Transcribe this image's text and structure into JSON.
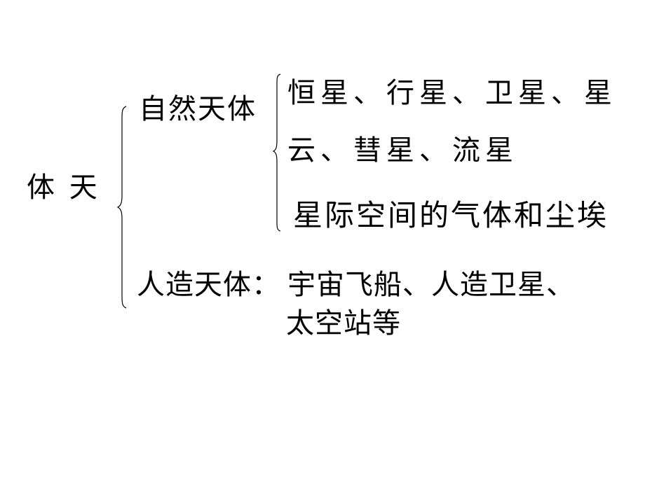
{
  "slide": {
    "root_label": "体 天",
    "natural": {
      "label": "自然天体",
      "items": [
        "恒星、行星、卫星、星",
        "云、彗星、流星",
        "星际空间的气体和尘埃"
      ]
    },
    "artificial": {
      "label": "人造天体：",
      "lines": [
        "宇宙飞船、人造卫星、",
        "太空站等"
      ]
    },
    "colors": {
      "text": "#000000",
      "background": "#ffffff"
    }
  }
}
